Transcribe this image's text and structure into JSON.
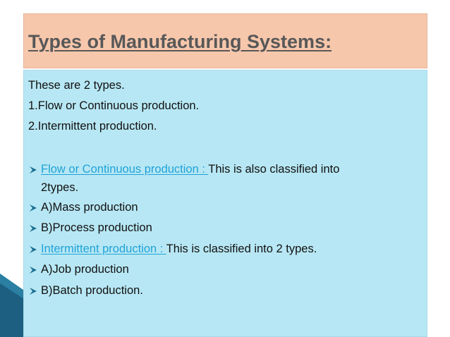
{
  "slide": {
    "title": "Types of Manufacturing Systems:",
    "intro": [
      "These are 2 types.",
      "1.Flow or Continuous production.",
      "2.Intermittent production."
    ],
    "bullets": [
      {
        "link": "Flow or Continuous production : ",
        "text": "This is also classified into",
        "cont": "2types."
      },
      {
        "text": "A)Mass production"
      },
      {
        "text": "B)Process production"
      },
      {
        "link": "Intermittent production : ",
        "text": "This is classified into 2 types."
      },
      {
        "text": "A)Job production"
      },
      {
        "text": "B)Batch production."
      }
    ]
  },
  "colors": {
    "title_bg": "#f7c7ac",
    "content_bg": "#b7e7f4",
    "link": "#1fa3d8",
    "bullet": "#1b6f92"
  },
  "icons": {
    "bullet": "arrowhead-bullet-icon"
  }
}
